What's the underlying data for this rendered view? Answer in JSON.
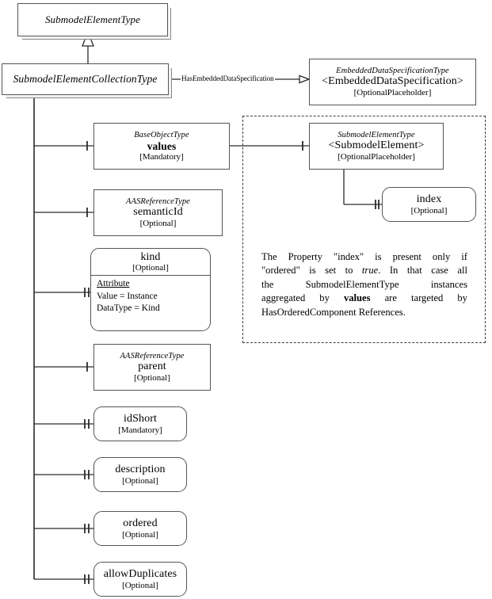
{
  "diagram": {
    "title": "SubmodelElementCollectionType",
    "colors": {
      "stroke": "#555555",
      "shadow": "#888888",
      "dashed": "#3b3b3b",
      "background": "#ffffff"
    },
    "nodes": {
      "submodel_element_type": {
        "type": "SubmodelElementType",
        "name": "",
        "cardinality": ""
      },
      "submodel_element_collection_type": {
        "type": "SubmodelElementCollectionType",
        "name": "",
        "cardinality": ""
      },
      "embedded_data_specification": {
        "type": "EmbeddedDataSpecificationType",
        "name": "<EmbeddedDataSpecification>",
        "cardinality": "[OptionalPlaceholder]"
      },
      "values": {
        "type": "BaseObjectType",
        "name": "values",
        "cardinality": "[Mandatory]"
      },
      "submodel_element_placeholder": {
        "type": "SubmodelElementType",
        "name": "<SubmodelElement>",
        "cardinality": "[OptionalPlaceholder]"
      },
      "index": {
        "type": "",
        "name": "index",
        "cardinality": "[Optional]"
      },
      "semantic_id": {
        "type": "AASReferenceType",
        "name": "semanticId",
        "cardinality": "[Optional]"
      },
      "kind": {
        "type": "",
        "name": "kind",
        "cardinality": "[Optional]",
        "attribute_header": "Attribute",
        "attribute_lines": [
          "Value = Instance",
          "DataType = Kind"
        ]
      },
      "parent": {
        "type": "AASReferenceType",
        "name": "parent",
        "cardinality": "[Optional]"
      },
      "id_short": {
        "type": "",
        "name": "idShort",
        "cardinality": "[Mandatory]"
      },
      "description": {
        "type": "",
        "name": "description",
        "cardinality": "[Optional]"
      },
      "ordered": {
        "type": "",
        "name": "ordered",
        "cardinality": "[Optional]"
      },
      "allow_duplicates": {
        "type": "",
        "name": "allowDuplicates",
        "cardinality": "[Optional]"
      }
    },
    "edges": {
      "has_embedded_data_specification": "HasEmbeddedDataSpecification"
    },
    "note": {
      "line1_a": "The Property \"index\" is present only if",
      "line2_a": "\"ordered\" is set to ",
      "line2_em": "true",
      "line2_b": ". In that case all",
      "line3_a": "the     SubmodelElementType     instances",
      "line4_a": "aggregated by ",
      "line4_b": "values",
      "line4_c": " are targeted by",
      "line5_a": "HasOrderedComponent References."
    }
  }
}
